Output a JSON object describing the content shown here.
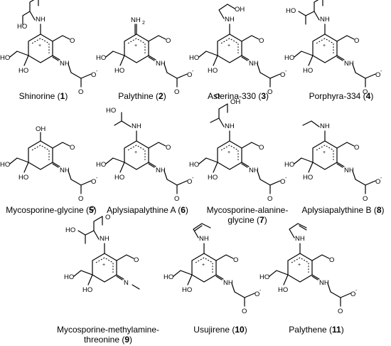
{
  "atoms": {
    "oh": "OH",
    "ho": "HO",
    "nh": "NH",
    "n": "N",
    "nh2": "NH",
    "nh2_sub": "2",
    "ome": "O",
    "o": "O",
    "charge_minus": "-",
    "charge_plus": "+"
  },
  "compounds": [
    {
      "name": "Shinorine (",
      "num": "1",
      "close": ")"
    },
    {
      "name": "Palythine (",
      "num": "2",
      "close": ")"
    },
    {
      "name": "Asterina-330 (",
      "num": "3",
      "close": ")"
    },
    {
      "name": "Porphyra-334 (",
      "num": "4",
      "close": ")"
    },
    {
      "name": "Mycosporine-glycine (",
      "num": "5",
      "close": ")"
    },
    {
      "name": "Aplysiapalythine A (",
      "num": "6",
      "close": ")"
    },
    {
      "name_line1": "Mycosporine-alanine-",
      "name_line2": "glycine (",
      "num": "7",
      "close": ")"
    },
    {
      "name": "Aplysiapalythine B (",
      "num": "8",
      "close": ")"
    },
    {
      "name_line1": "Mycosporine-methylamine-",
      "name_line2": "threonine (",
      "num": "9",
      "close": ")"
    },
    {
      "name": "Usujirene (",
      "num": "10",
      "close": ")"
    },
    {
      "name": "Palythene (",
      "num": "11",
      "close": ")"
    }
  ]
}
